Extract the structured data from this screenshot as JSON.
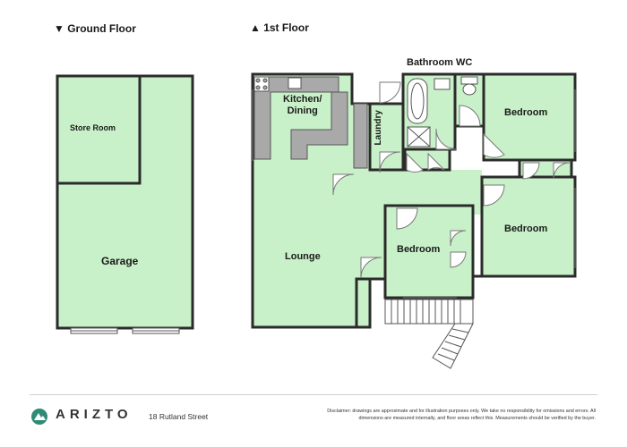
{
  "floors": {
    "ground": {
      "heading": "▼ Ground Floor",
      "rooms": {
        "store_room": "Store Room",
        "garage": "Garage"
      }
    },
    "first": {
      "heading": "▲ 1st Floor",
      "rooms": {
        "kitchen_dining": "Kitchen/\nDining",
        "laundry": "Laundry",
        "bathroom_wc": "Bathroom WC",
        "bedroom_1": "Bedroom",
        "bedroom_2": "Bedroom",
        "bedroom_3": "Bedroom",
        "lounge": "Lounge"
      }
    }
  },
  "footer": {
    "brand": "ARIZTO",
    "address": "18 Rutland Street",
    "disclaimer": "Disclaimer: drawings are approximate and for illustration purposes only. We take no responsibility for omissions and errors. All dimensions are measured internally, and floor areas reflect this. Measurements should be verified by the buyer."
  },
  "colors": {
    "room_fill": "#c9f1c9",
    "wall": "#2b2b2b",
    "cabinet": "#a9a9a9",
    "accent": "#2f8a76"
  }
}
